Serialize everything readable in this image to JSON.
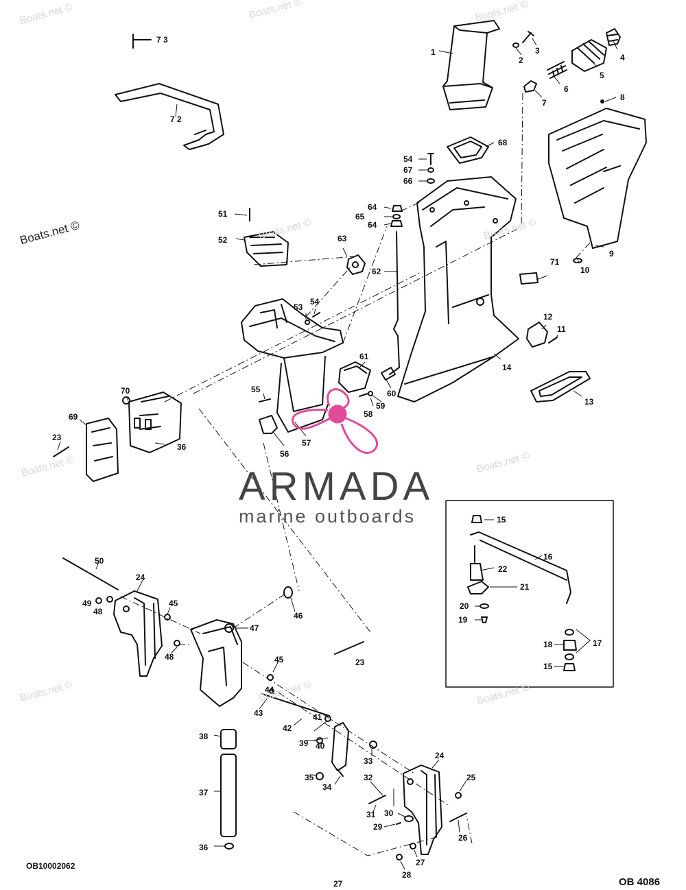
{
  "watermark": {
    "text": "Boats.net ©",
    "text_visible": "Boats.net ©"
  },
  "brand": {
    "name": "ARMADA",
    "tagline": "marine outboards",
    "accent_color": "#e24a9a",
    "icon": "propeller-logo-icon"
  },
  "footer": {
    "drawing_code": "OB10002062",
    "page_number": "27",
    "reference": "OB 4086"
  },
  "part_labels": {
    "p1": "1",
    "p2": "2",
    "p3": "3",
    "p4": "4",
    "p5": "5",
    "p6": "6",
    "p7": "7",
    "p8": "8",
    "p9": "9",
    "p10": "10",
    "p11": "11",
    "p12": "12",
    "p13": "13",
    "p14": "14",
    "p15a": "15",
    "p15b": "15",
    "p16": "16",
    "p17": "17",
    "p18": "18",
    "p19": "19",
    "p20": "20",
    "p21": "21",
    "p22": "22",
    "p23a": "23",
    "p23b": "23",
    "p24a": "24",
    "p24b": "24",
    "p25": "25",
    "p26": "26",
    "p27": "27",
    "p28": "28",
    "p29": "29",
    "p30": "30",
    "p31": "31",
    "p32": "32",
    "p33": "33",
    "p34": "34",
    "p35": "35",
    "p36a": "36",
    "p36b": "36",
    "p37": "37",
    "p38": "38",
    "p39": "39",
    "p40": "40",
    "p41": "41",
    "p42": "42",
    "p43": "43",
    "p44": "44",
    "p45a": "45",
    "p45b": "45",
    "p46": "46",
    "p47": "47",
    "p48a": "48",
    "p48b": "48",
    "p49": "49",
    "p50": "50",
    "p51": "51",
    "p52": "52",
    "p53": "53",
    "p54a": "54",
    "p54b": "54",
    "p55": "55",
    "p56": "56",
    "p57": "57",
    "p58": "58",
    "p59": "59",
    "p60": "60",
    "p61": "61",
    "p62": "62",
    "p63": "63",
    "p64a": "64",
    "p64b": "64",
    "p65": "65",
    "p66": "66",
    "p67": "67",
    "p68": "68",
    "p69": "69",
    "p70": "70",
    "p71": "71",
    "p72": "7 2",
    "p73": "7 3"
  }
}
